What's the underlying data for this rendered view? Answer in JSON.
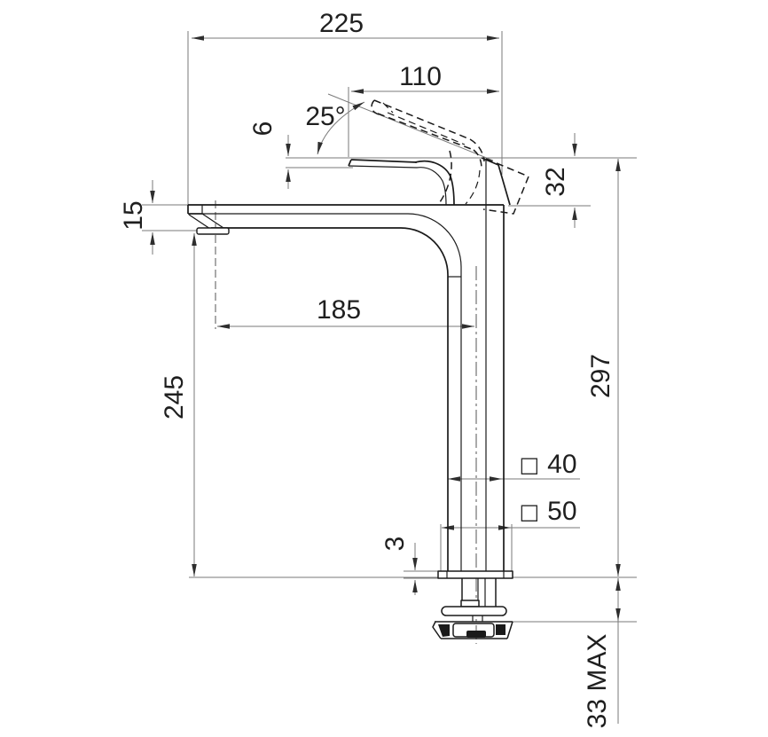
{
  "page": {
    "background": "#ffffff"
  },
  "drawing": {
    "type": "technical-dimension-drawing",
    "subject": "tall vessel basin mixer tap — side elevation",
    "colors": {
      "outline": "#1a1a1a",
      "dimension_lines": "#7a7a7a",
      "text": "#1f1f1f"
    },
    "dimensions": {
      "overall_width": {
        "value": "225"
      },
      "handle_reach": {
        "value": "110"
      },
      "handle_angle": {
        "value": "25°"
      },
      "handle_tip_rise": {
        "value": "6"
      },
      "spout_tip_height": {
        "value": "15"
      },
      "head_height": {
        "value": "32"
      },
      "spout_reach": {
        "value": "185"
      },
      "outlet_height": {
        "value": "245"
      },
      "overall_height": {
        "value": "297"
      },
      "body_width_square": {
        "symbol": "□",
        "value": "40"
      },
      "base_width_square": {
        "symbol": "□",
        "value": "50"
      },
      "base_plate_thickness": {
        "value": "3"
      },
      "max_deck_thickness": {
        "value": "33 MAX"
      }
    }
  }
}
